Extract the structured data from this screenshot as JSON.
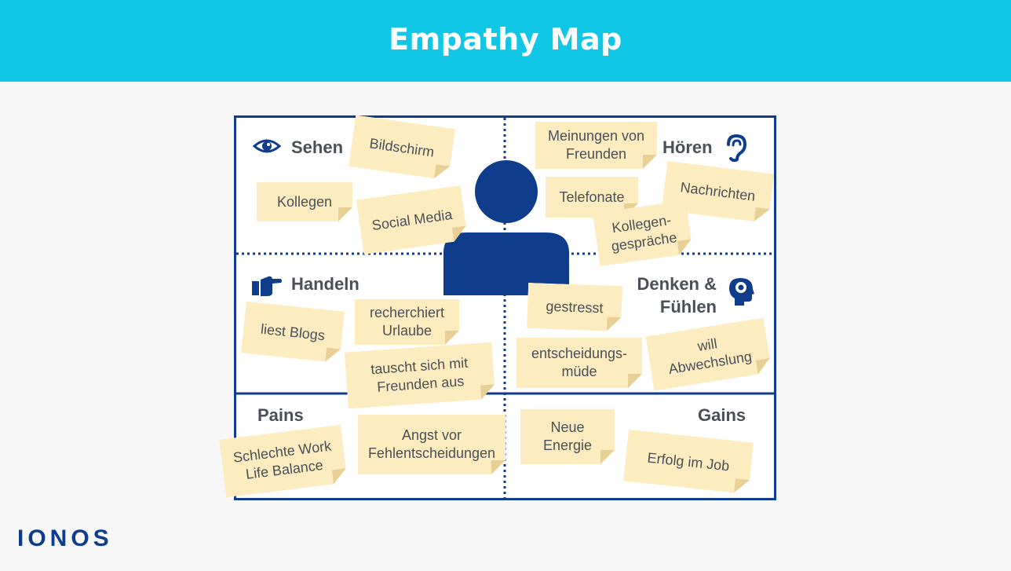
{
  "header": {
    "title": "Empathy Map"
  },
  "quadrants": {
    "sehen": "Sehen",
    "hoeren": "Hören",
    "handeln": "Handeln",
    "denken_1": "Denken &",
    "denken_2": "Fühlen",
    "pains": "Pains",
    "gains": "Gains"
  },
  "notes": {
    "bildschirm": "Bildschirm",
    "kollegen": "Kollegen",
    "social_media": "Social Media",
    "meinungen": "Meinungen von\nFreunden",
    "telefonate": "Telefonate",
    "nachrichten": "Nachrichten",
    "kollegengespraeche": "Kollegen-\ngespräche",
    "liest_blogs": "liest Blogs",
    "recherchiert": "recherchiert\nUrlaube",
    "tauscht": "tauscht sich mit\nFreunden aus",
    "gestresst": "gestresst",
    "entscheidungsmuede": "entscheidungs-\nmüde",
    "abwechslung": "will\nAbwechslung",
    "work_life": "Schlechte Work\nLife Balance",
    "angst": "Angst vor\nFehlentscheidungen",
    "energie": "Neue\nEnergie",
    "erfolg": "Erfolg im Job"
  },
  "icons": {
    "see": "eye-icon",
    "hear": "ear-icon",
    "do": "pointing-hand-icon",
    "think": "head-brain-icon",
    "person": "person-icon"
  },
  "colors": {
    "header": "#12c7e6",
    "frame": "#0f3d8c",
    "note": "#fdecc0",
    "text": "#4a4f58"
  },
  "brand": {
    "logo": "IONOS"
  }
}
